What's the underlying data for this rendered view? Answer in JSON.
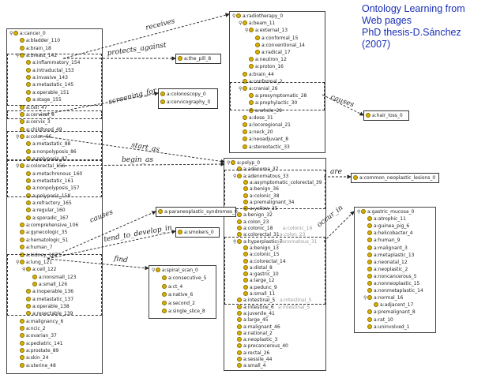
{
  "caption": {
    "line1": "Ontology Learning from",
    "line2": "Web pages",
    "line3": "PhD thesis-D.Sánchez",
    "line4": "(2007)"
  },
  "relations": {
    "receives": "receives",
    "protects_against": "protects_against",
    "screening_for": "screening_for",
    "causes_top": "causes",
    "start_as": "start_as",
    "begin_as": "begin_as",
    "are": "are",
    "causes_mid": "causes",
    "tend_to_develop_in": "tend_to_develop_in",
    "occur_in": "occur_in",
    "find": "find"
  },
  "left_tree": [
    "a:cancer_0",
    "a:bladder_110",
    "a:brain_18",
    "a:breast_142",
    "a:inflammatory_154",
    "a:intraductal_153",
    "a:invasive_143",
    "a:metastatic_145",
    "a:operable_151",
    "a:stage_155",
    "a:cell_47",
    "a:cervical_8",
    "a:cervix_3",
    "a:childhood_49",
    "a:colon_66",
    "a:metastatic_88",
    "a:nonpolyposis_86",
    "a:polyposis_87",
    "a:colorectal_156",
    "a:metachronous_160",
    "a:metastatic_161",
    "a:nonpolyposis_157",
    "a:polyposis_158",
    "a:refractory_165",
    "a:regular_160",
    "a:sporadic_167",
    "a:comprehensive_106",
    "a:gynecologic_35",
    "a:hematologic_51",
    "a:human_7",
    "a:kidney_107",
    "a:lung_121",
    "a:cell_122",
    "a:nonsmall_123",
    "a:small_126",
    "a:inoperable_136",
    "a:metastatic_137",
    "a:operable_138",
    "a:resectable_139",
    "a:malignancy_6",
    "a:ncic_2",
    "a:ovarian_37",
    "a:pediatric_141",
    "a:prostate_89",
    "a:skin_24",
    "a:uterine_48"
  ],
  "therapy_tree": [
    "a:radiotherapy_0",
    "a:beam_11",
    "a:external_13",
    "a:conformal_15",
    "a:conventional_14",
    "a:radical_17",
    "a:neutron_12",
    "a:proton_16",
    "a:brain_44",
    "a:conformal_2",
    "a:cranial_26",
    "a:presymptomatic_28",
    "a:prophylactic_30",
    "a:whole_29",
    "a:dose_31",
    "a:locoregional_21",
    "a:neck_20",
    "a:neoadjuvant_8",
    "a:stereotactic_33"
  ],
  "polyp_tree": [
    "a:polyp_0",
    "a:adenoma_37",
    "a:adenomatous_33",
    "a:asymptomatic_colorectal_39",
    "a:benign_36",
    "a:colonic_38",
    "a:premalignant_34",
    "a:yellow_35",
    "a:benign_32",
    "a:colon_23",
    "a:colonic_18",
    "a:colorectal_31",
    "a:hyperplastic_7",
    "a:benign_13",
    "a:colonic_15",
    "a:colorectal_14",
    "a:distal_8",
    "a:gastric_10",
    "a:large_12",
    "a:pedunc_9",
    "a:small_11",
    "a:intestinal_5",
    "a:intestine_6",
    "a:juvenile_41",
    "a:large_45",
    "a:malignant_46",
    "a:national_2",
    "a:neoplastic_3",
    "a:precancerous_40",
    "a:rectal_26",
    "a:sessile_44",
    "a:small_4"
  ],
  "polyp_gray": {
    "colon": "a:colonic_16",
    "colonic": "a:colon_23",
    "intestinal": "a:intestinal_5",
    "intestine": "a:intestinal_5",
    "colorectal": "a:adenomatous_31"
  },
  "mucosa_tree": [
    "a:gastric_mucosa_0",
    "a:atrophic_11",
    "a:guinea_pig_6",
    "a:helicobacter_4",
    "a:human_9",
    "a:malignant_3",
    "a:metaplastic_13",
    "a:neonatal_12",
    "a:neoplastic_2",
    "a:noncancerous_5",
    "a:nonneoplastic_15",
    "a:nonmetaplastic_14",
    "a:normal_16",
    "a:adjacent_17",
    "a:premalignant_8",
    "a:rat_10",
    "a:uninvolved_1"
  ],
  "spiral_tree": [
    "a:spiral_scan_0",
    "a:consecutive_5",
    "a:ct_4",
    "a:native_6",
    "a:second_2",
    "a:single_slice_8"
  ],
  "boxes": {
    "pill": "a:the_pill_8",
    "colonoscopy": "a:colonoscopy_0",
    "cervicography": "a:cervicography_0",
    "hair_loss": "a:hair_loss_0",
    "lesions": "a:common_neoplastic_lesions_0",
    "paraneoplastic": "a:paraneoplastic_syndromes_0",
    "smokers": "a:smokers_0"
  },
  "colors": {
    "caption": "#1a2fb8",
    "class_icon": "#d9b100"
  }
}
